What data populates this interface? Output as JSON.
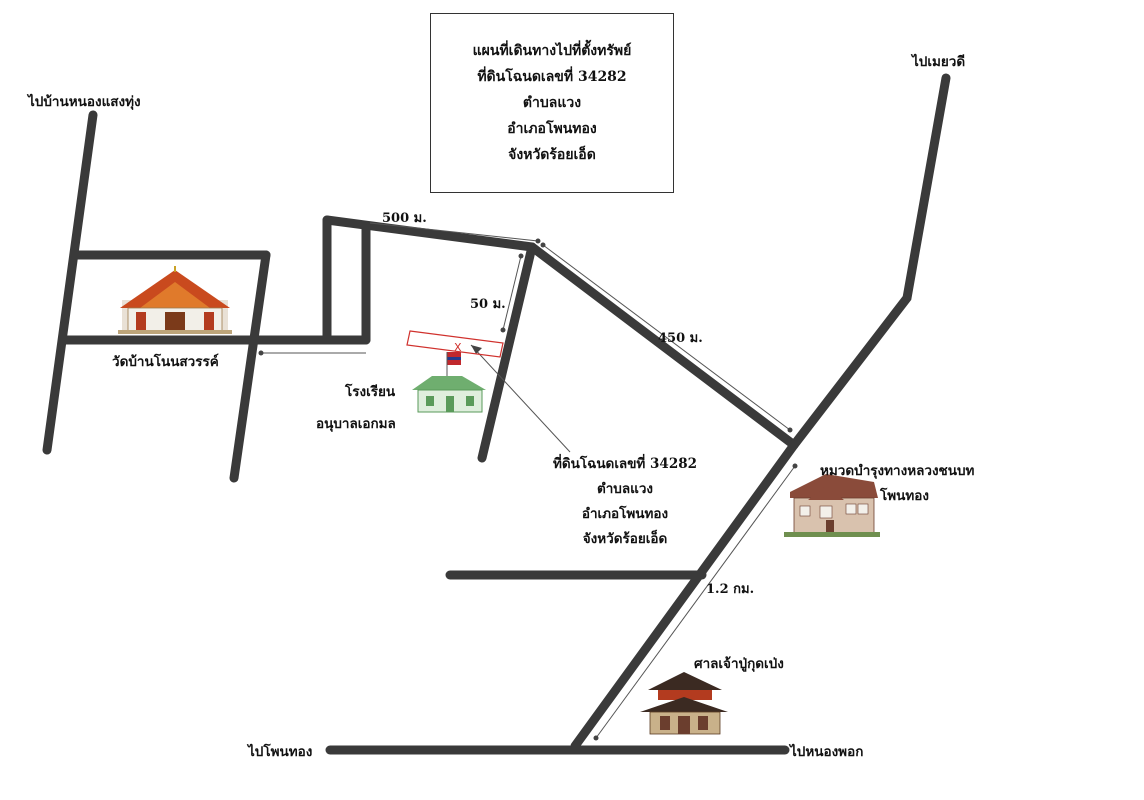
{
  "title_box": {
    "lines": [
      "แผนที่เดินทางไปที่ตั้งทรัพย์",
      "ที่ดินโฉนดเลขที่ 34282",
      "ตำบลแวง",
      "อำเภอโพนทอง",
      "จังหวัดร้อยเอ็ด"
    ]
  },
  "destinations": {
    "top_left": "ไปบ้านหนองแสงทุ่ง",
    "top_right": "ไปเมยวดี",
    "bottom_left": "ไปโพนทอง",
    "bottom_right": "ไปหนองพอก"
  },
  "landmarks": {
    "temple": "วัดบ้านโนนสวรรค์",
    "school_line1": "โรงเรียน",
    "school_line2": "อนุบาลเอกมล",
    "highway_office_line1": "หมวดบำรุงทางหลวงชนบท",
    "highway_office_line2": "โพนทอง",
    "shrine": "ศาลเจ้าปู่กุดเป่ง"
  },
  "plot_label": {
    "lines": [
      "ที่ดินโฉนดเลขที่ 34282",
      "ตำบลแวง",
      "อำเภอโพนทอง",
      "จังหวัดร้อยเอ็ด"
    ],
    "marker": "X"
  },
  "distances": {
    "d500": "500 ม.",
    "d50": "50 ม.",
    "d450": "450 ม.",
    "d1200": "1.2 กม."
  },
  "colors": {
    "road": "#3a3a3a",
    "plot_outline": "#d0312d",
    "flag_red": "#c0282d",
    "flag_blue": "#243a8c",
    "school_green": "#5a9a5a"
  }
}
